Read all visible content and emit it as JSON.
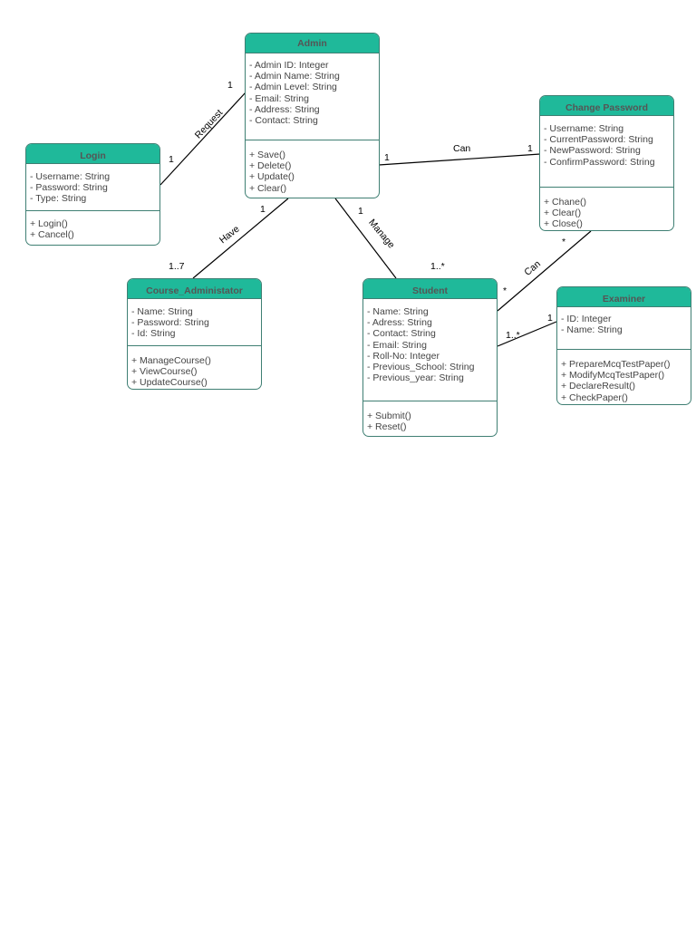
{
  "classes": {
    "admin": {
      "name": "Admin",
      "attributes": [
        "-  Admin ID: Integer",
        "-  Admin Name: String",
        "-  Admin Level: String",
        "-  Email: String",
        "-  Address: String",
        "-  Contact: String"
      ],
      "methods": [
        "+ Save()",
        "+ Delete()",
        "+ Update()",
        "+ Clear()"
      ]
    },
    "login": {
      "name": "Login",
      "attributes": [
        "-  Username: String",
        "-  Password: String",
        "-  Type: String"
      ],
      "methods": [
        "+ Login()",
        "+ Cancel()"
      ]
    },
    "change_password": {
      "name": "Change Password",
      "attributes": [
        "-  Username: String",
        "-  CurrentPassword: String",
        "-  NewPassword: String",
        "-  ConfirmPassword: String"
      ],
      "methods": [
        "+ Chane()",
        "+ Clear()",
        "+ Close()"
      ]
    },
    "course_admin": {
      "name": "Course_Administator",
      "attributes": [
        "-  Name: String",
        "-  Password: String",
        "-  Id: String"
      ],
      "methods": [
        "+ ManageCourse()",
        "+ ViewCourse()",
        "+ UpdateCourse()"
      ]
    },
    "student": {
      "name": "Student",
      "attributes": [
        "-  Name: String",
        "-  Adress: String",
        "-  Contact: String",
        "-  Email: String",
        "-  Roll-No: Integer",
        "-  Previous_School: String",
        "-  Previous_year: String"
      ],
      "methods": [
        "+ Submit()",
        "+ Reset()"
      ]
    },
    "examiner": {
      "name": "Examiner",
      "attributes": [
        "-  ID: Integer",
        "-  Name: String"
      ],
      "methods": [
        "+ PrepareMcqTestPaper()",
        "+ ModifyMcqTestPaper()",
        "+ DeclareResult()",
        "+ CheckPaper()"
      ]
    }
  },
  "associations": {
    "request": {
      "label": "Request",
      "from_mult": "1",
      "to_mult": "1"
    },
    "can_change": {
      "label": "Can",
      "from_mult": "1",
      "to_mult": "1"
    },
    "have": {
      "label": "Have",
      "from_mult": "1",
      "to_mult": "1..7"
    },
    "manage": {
      "label": "Manage",
      "from_mult": "1",
      "to_mult": "1..*"
    },
    "can_student": {
      "label": "Can",
      "from_mult": "*",
      "to_mult": "*"
    },
    "examiner_student": {
      "from_mult": "1",
      "to_mult": "1..*"
    }
  },
  "colors": {
    "header": "#1fb99a",
    "border": "#3f7f73",
    "line": "#000000"
  }
}
